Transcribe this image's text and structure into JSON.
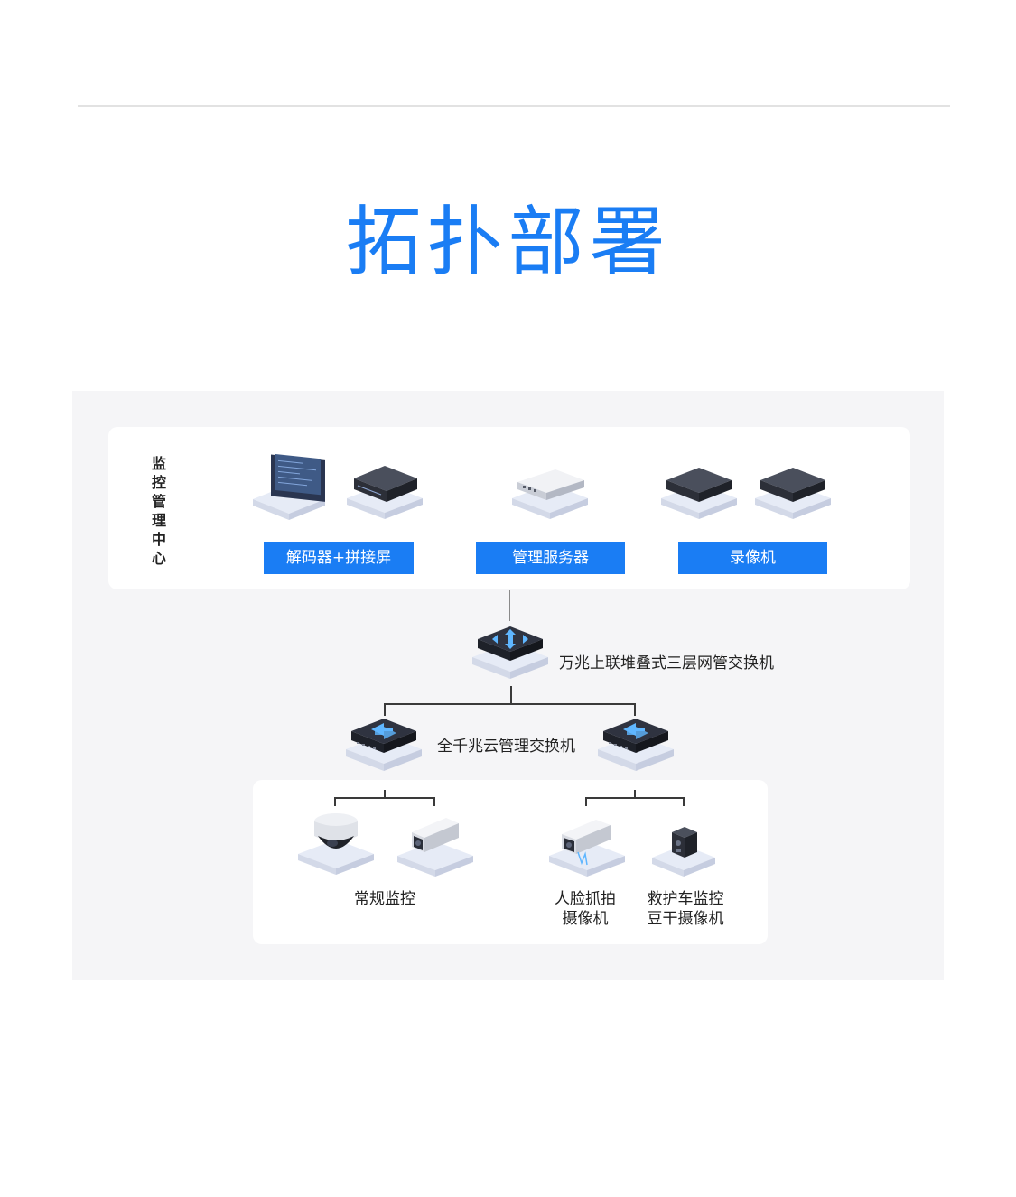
{
  "title": "拓扑部署",
  "center": {
    "label_chars": [
      "监",
      "控",
      "管",
      "理",
      "中",
      "心"
    ],
    "groups": [
      {
        "label": "解码器+拼接屏"
      },
      {
        "label": "管理服务器"
      },
      {
        "label": "录像机"
      }
    ]
  },
  "core_switch": {
    "label": "万兆上联堆叠式三层网管交换机"
  },
  "access_switch": {
    "label": "全千兆云管理交换机"
  },
  "cameras": {
    "regular": "常规监控",
    "face": [
      "人脸抓拍",
      "摄像机"
    ],
    "ambulance": [
      "救护车监控",
      "豆干摄像机"
    ]
  },
  "colors": {
    "accent": "#1a7df4",
    "label_bg": "#1a7df4",
    "panel": "#ffffff",
    "background": "#f5f5f7"
  }
}
